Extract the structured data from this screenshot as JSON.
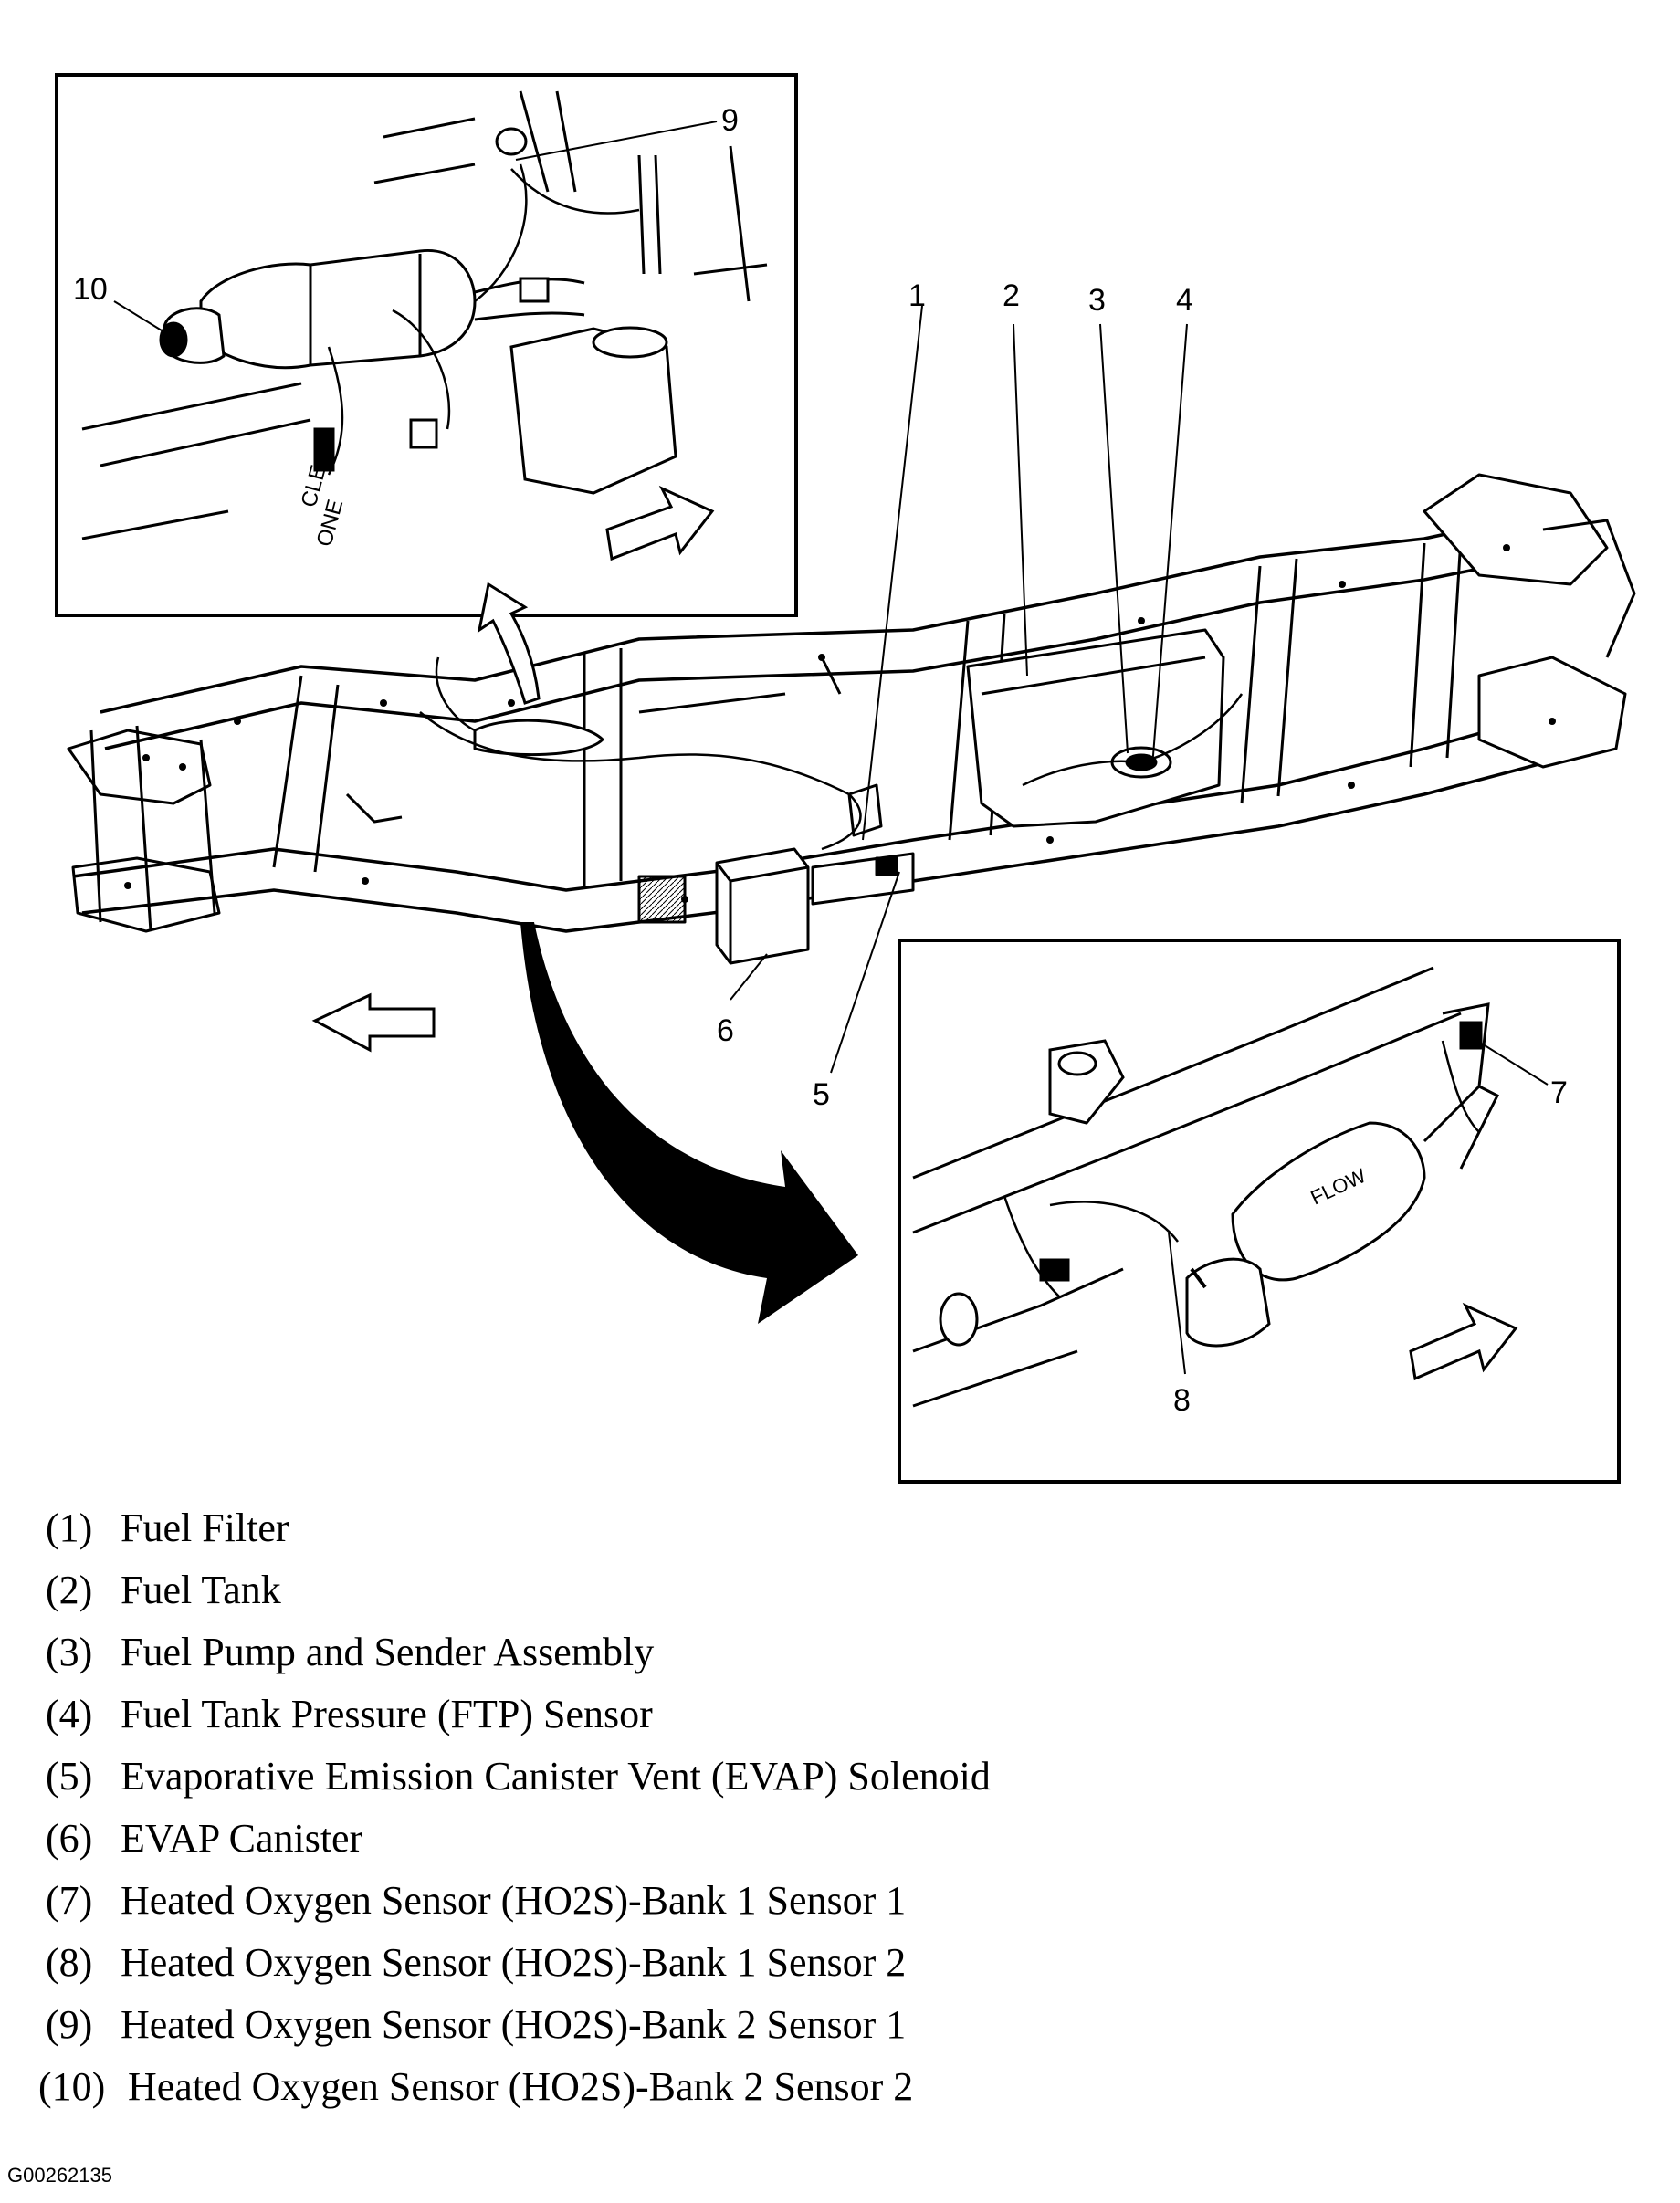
{
  "callouts": {
    "c1": "1",
    "c2": "2",
    "c3": "3",
    "c4": "4",
    "c5": "5",
    "c6": "6",
    "c7": "7",
    "c8": "8",
    "c9": "9",
    "c10": "10"
  },
  "inset_top_text": [
    "CLE",
    "ONE"
  ],
  "legend": [
    {
      "num": "(1)",
      "label": "Fuel Filter"
    },
    {
      "num": "(2)",
      "label": "Fuel Tank"
    },
    {
      "num": "(3)",
      "label": "Fuel Pump and Sender Assembly"
    },
    {
      "num": "(4)",
      "label": "Fuel Tank Pressure (FTP) Sensor"
    },
    {
      "num": "(5)",
      "label": "Evaporative Emission Canister Vent (EVAP) Solenoid"
    },
    {
      "num": "(6)",
      "label": "EVAP Canister"
    },
    {
      "num": "(7)",
      "label": "Heated Oxygen Sensor (HO2S)-Bank 1 Sensor 1"
    },
    {
      "num": "(8)",
      "label": "Heated Oxygen Sensor (HO2S)-Bank 1 Sensor 2"
    },
    {
      "num": "(9)",
      "label": "Heated Oxygen Sensor (HO2S)-Bank 2 Sensor 1"
    },
    {
      "num": "(10)",
      "label": "Heated Oxygen Sensor (HO2S)-Bank 2 Sensor 2"
    }
  ],
  "figure_code": "G00262135",
  "colors": {
    "ink": "#000000",
    "paper": "#ffffff"
  }
}
